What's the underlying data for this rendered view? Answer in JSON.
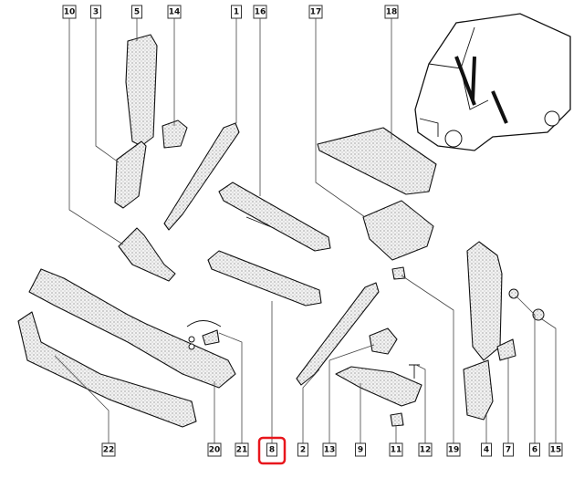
{
  "diagram": {
    "title": "Interior trim panels parts diagram",
    "highlighted_label": "8",
    "highlight_color": "#e8161c",
    "top_labels": [
      "10",
      "3",
      "5",
      "14",
      "1",
      "16",
      "17",
      "18"
    ],
    "bottom_labels": [
      "22",
      "20",
      "21",
      "8",
      "2",
      "13",
      "9",
      "11",
      "12",
      "19",
      "4",
      "7",
      "6",
      "15"
    ]
  }
}
